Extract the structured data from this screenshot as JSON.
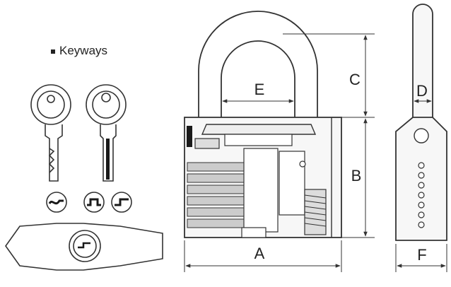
{
  "keyways_title": "Keyways",
  "dimension_labels": {
    "A": "A",
    "B": "B",
    "C": "C",
    "D": "D",
    "E": "E",
    "F": "F"
  },
  "colors": {
    "line": "#333333",
    "fill_light": "#f4f4f4",
    "fill_dark": "#1a1a1a"
  }
}
